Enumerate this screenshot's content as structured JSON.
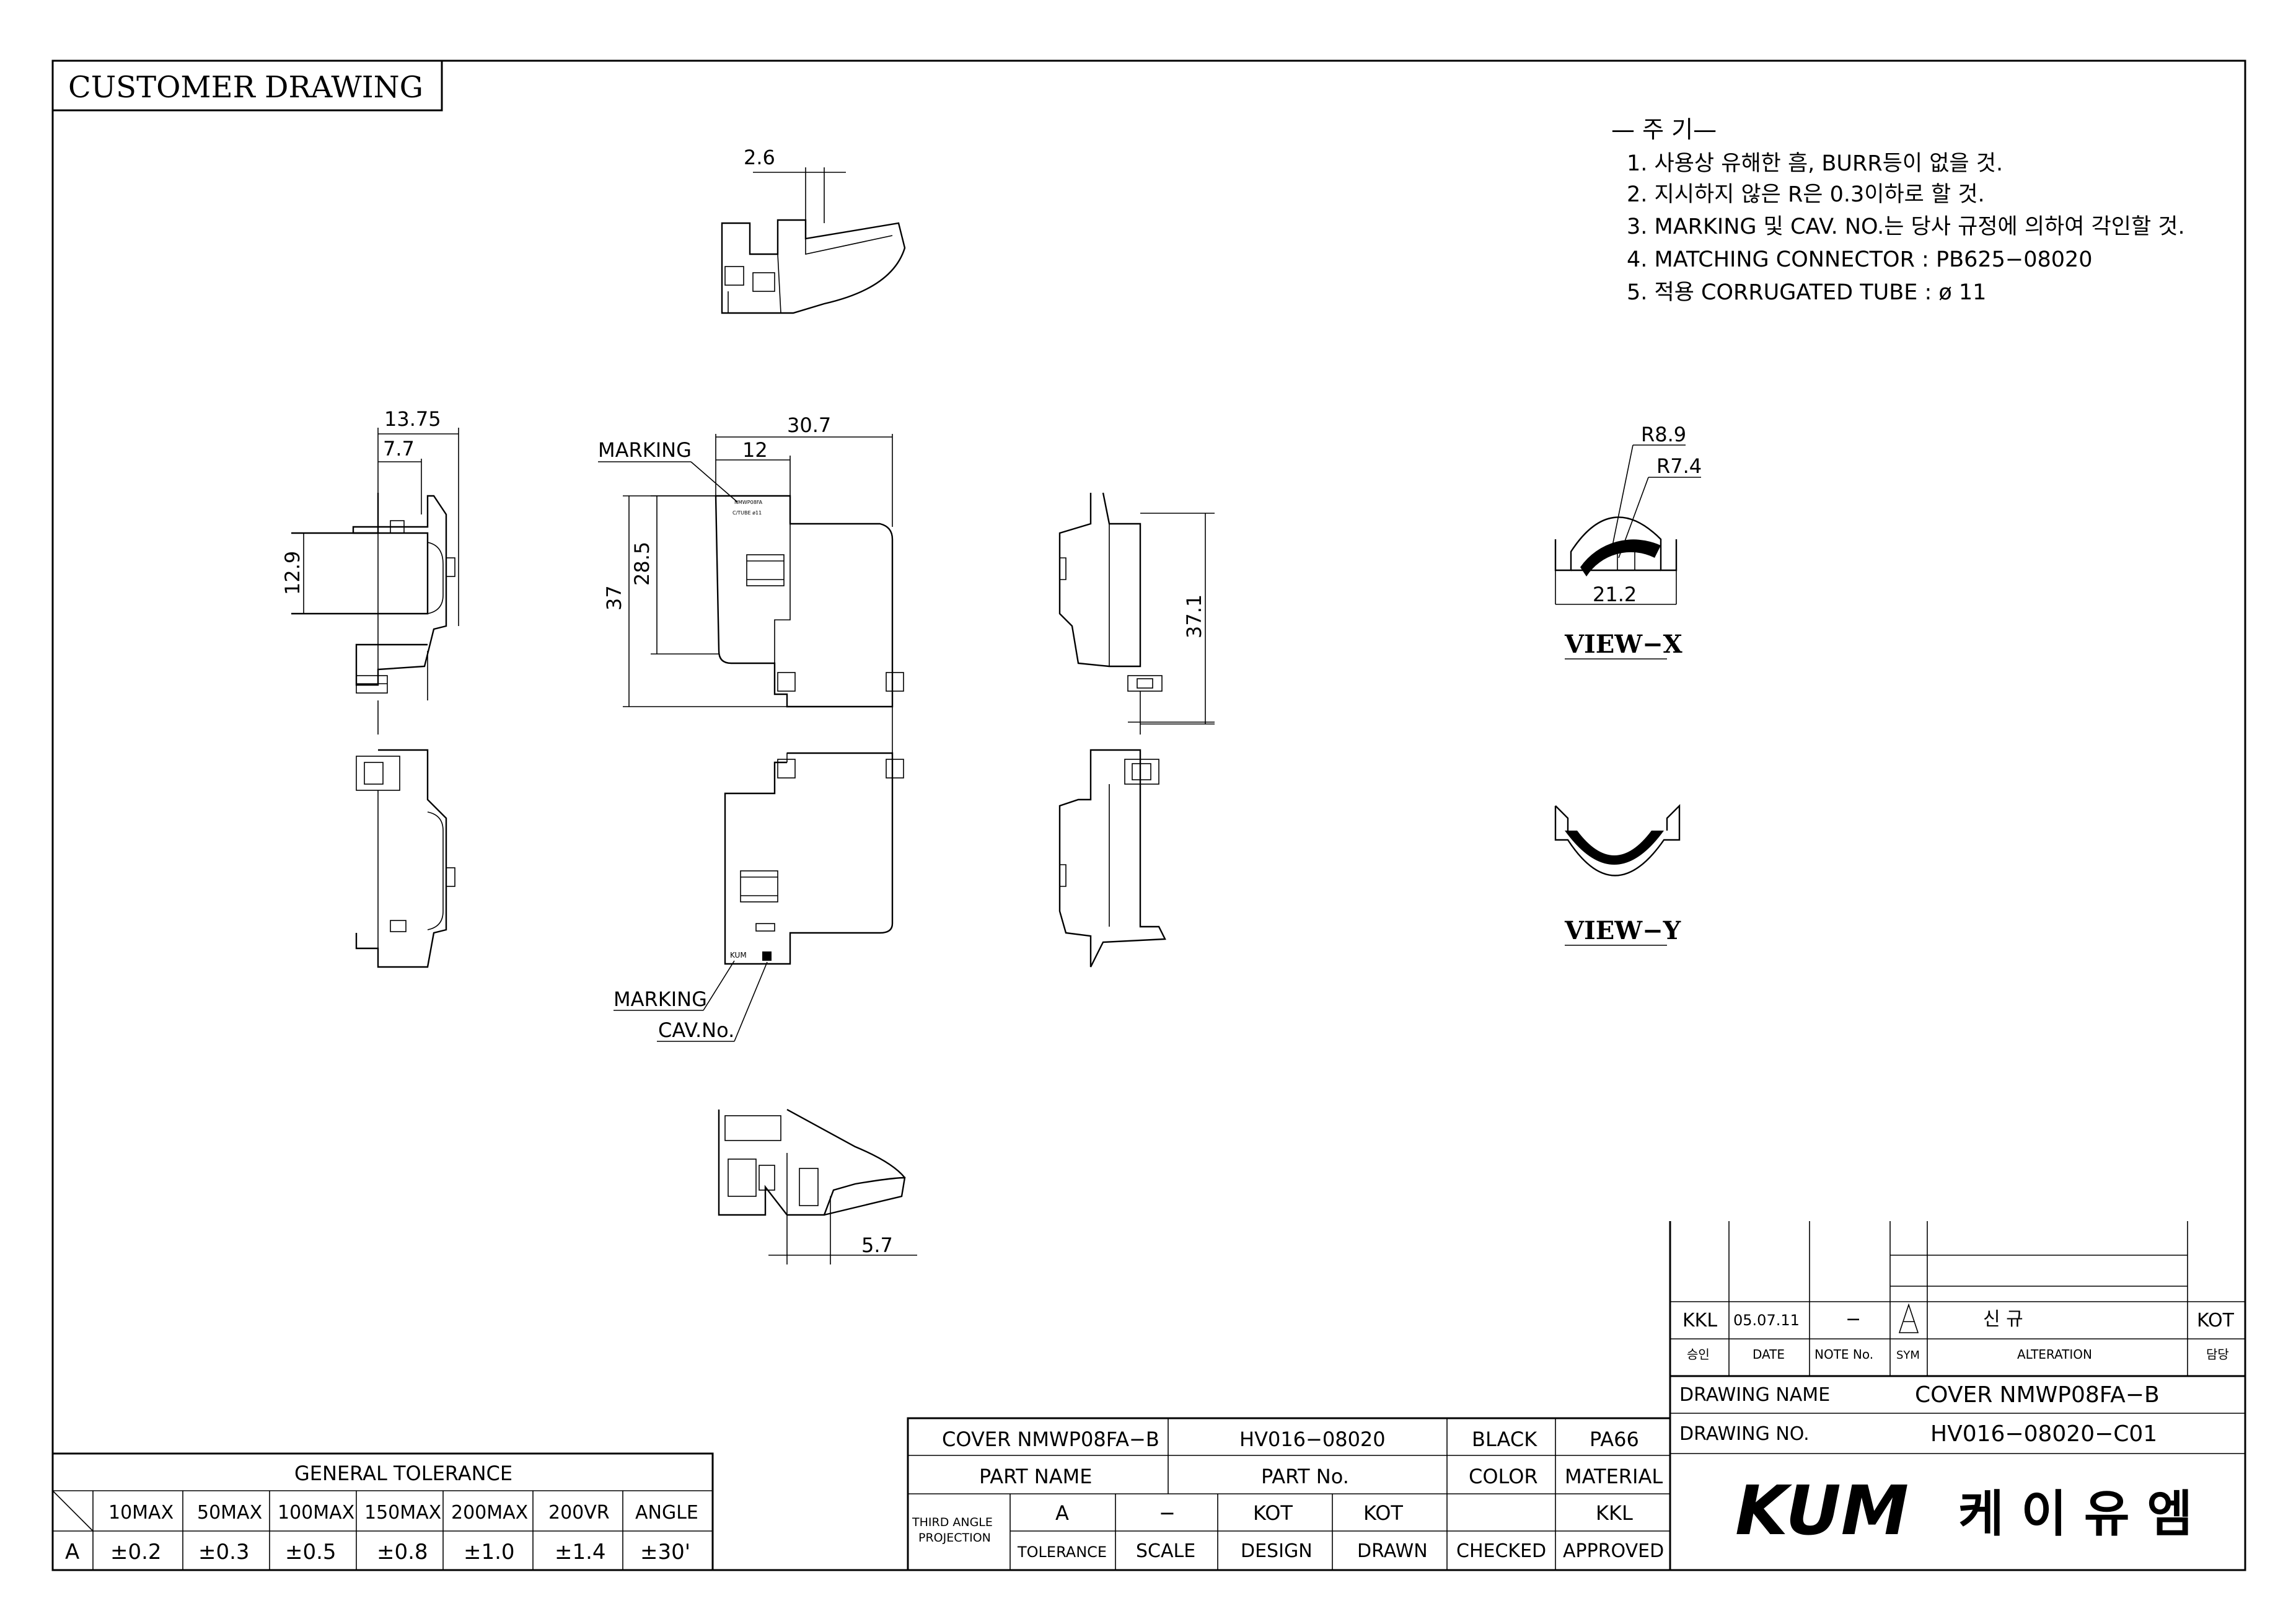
{
  "header": {
    "title": "CUSTOMER  DRAWING"
  },
  "notes": {
    "heading": "— 주 기—",
    "items": [
      "1. 사용상 유해한 흠, BURR등이 없을 것.",
      "2. 지시하지 않은 R은 0.3이하로 할 것.",
      "3. MARKING 및 CAV. NO.는 당사 규정에 의하여 각인할 것.",
      "4. MATCHING CONNECTOR : PB625−08020",
      "5. 적용 CORRUGATED TUBE : ø 11"
    ]
  },
  "dimensions": {
    "top_width": "2.6",
    "bottom_width": "5.7",
    "left_overall": "13.75",
    "left_inner": "7.7",
    "left_height": "12.9",
    "center_overall": "30.7",
    "center_inner": "12",
    "center_height": "37",
    "center_inner_height": "28.5",
    "right_height": "37.1",
    "view_x_r_outer": "R8.9",
    "view_x_r_inner": "R7.4",
    "view_x_width": "21.2"
  },
  "labels": {
    "marking_top": "MARKING",
    "marking_bottom": "MARKING",
    "cav_no": "CAV.No.",
    "view_x": "VIEW−X",
    "view_y": "VIEW−Y",
    "marking_text_1": "NMWP08FA",
    "marking_text_2": "C/TUBE ø11",
    "marking_text_3": "KUM"
  },
  "tolerance": {
    "title": "GENERAL TOLERANCE",
    "headers": [
      "10MAX",
      "50MAX",
      "100MAX",
      "150MAX",
      "200MAX",
      "200VR",
      "ANGLE"
    ],
    "row_label": "A",
    "values": [
      "±0.2",
      "±0.3",
      "±0.5",
      "±0.8",
      "±1.0",
      "±1.4",
      "±30'"
    ]
  },
  "part_block": {
    "part_name": "COVER NMWP08FA−B",
    "part_no": "HV016−08020",
    "color": "BLACK",
    "material": "PA66",
    "part_name_label": "PART  NAME",
    "part_no_label": "PART  No.",
    "color_label": "COLOR",
    "material_label": "MATERIAL",
    "projection": [
      "THIRD  ANGLE",
      "PROJECTION"
    ],
    "tolerance_val": "A",
    "scale_val": "−",
    "design_val": "KOT",
    "drawn_val": "KOT",
    "checked_val": "",
    "approved_val": "KKL",
    "tolerance_label": "TOLERANCE",
    "scale_label": "SCALE",
    "design_label": "DESIGN",
    "drawn_label": "DRAWN",
    "checked_label": "CHECKED",
    "approved_label": "APPROVED"
  },
  "revision": {
    "approver": "KKL",
    "date": "05.07.11",
    "note_no": "−",
    "sym": "—",
    "alteration": "신        규",
    "owner": "KOT",
    "h_approver": "승인",
    "h_date": "DATE",
    "h_note": "NOTE No.",
    "h_sym": "SYM",
    "h_alteration": "ALTERATION",
    "h_owner": "담당"
  },
  "title_block": {
    "drawing_name_label": "DRAWING NAME",
    "drawing_name": "COVER NMWP08FA−B",
    "drawing_no_label": "DRAWING  NO.",
    "drawing_no": "HV016−08020−C01",
    "logo": "KUM",
    "company": "케 이 유 엠"
  }
}
